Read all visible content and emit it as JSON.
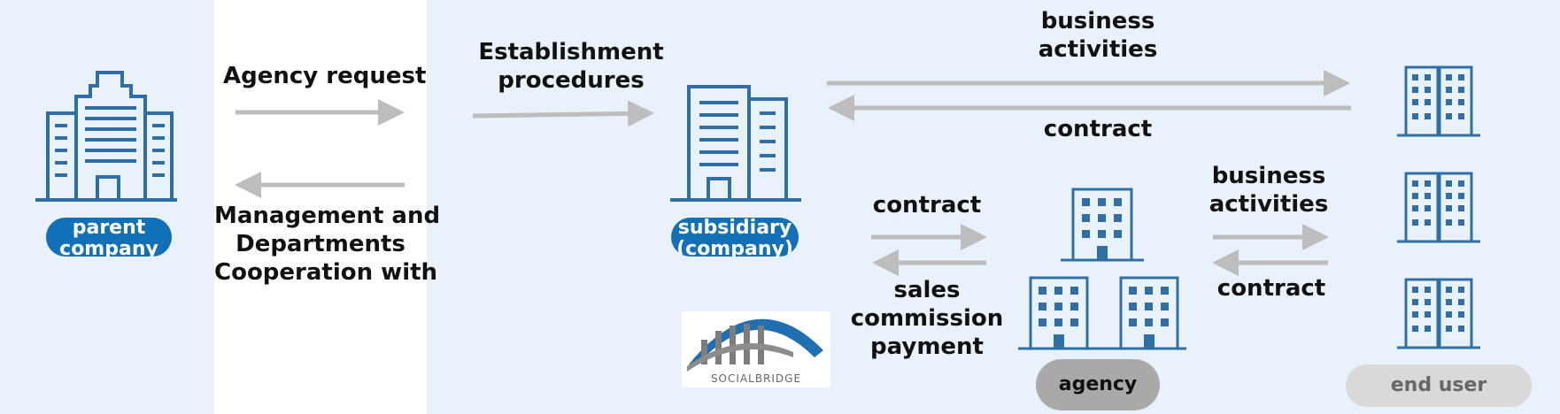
{
  "nodes": {
    "parent": "parent company",
    "subsidiary": "subsidiary (company)",
    "agency": "agency",
    "end_user": "end user"
  },
  "edges": {
    "agency_request": "Agency request",
    "management_cooperation": [
      "Management and",
      "Departments",
      "Cooperation with"
    ],
    "establishment": [
      "Establishment",
      "procedures"
    ],
    "business_activities_top": [
      "business",
      "activities"
    ],
    "contract_top": "contract",
    "contract_agency": "contract",
    "sales_commission": [
      "sales",
      "commission",
      "payment"
    ],
    "business_activities_right": [
      "business",
      "activities"
    ],
    "contract_right": "contract"
  },
  "logo": {
    "text": "SOCIALBRIDGE"
  },
  "colors": {
    "background": "#e9f1fa",
    "panel": "#ffffff",
    "building": "#2f6fa6",
    "building_dark": "#1d4f7c",
    "pill_blue": "#1170b8",
    "pill_gray_dark": "#a9a9a9",
    "pill_gray_light": "#d9d9d9",
    "arrow": "#bdbdbd"
  }
}
